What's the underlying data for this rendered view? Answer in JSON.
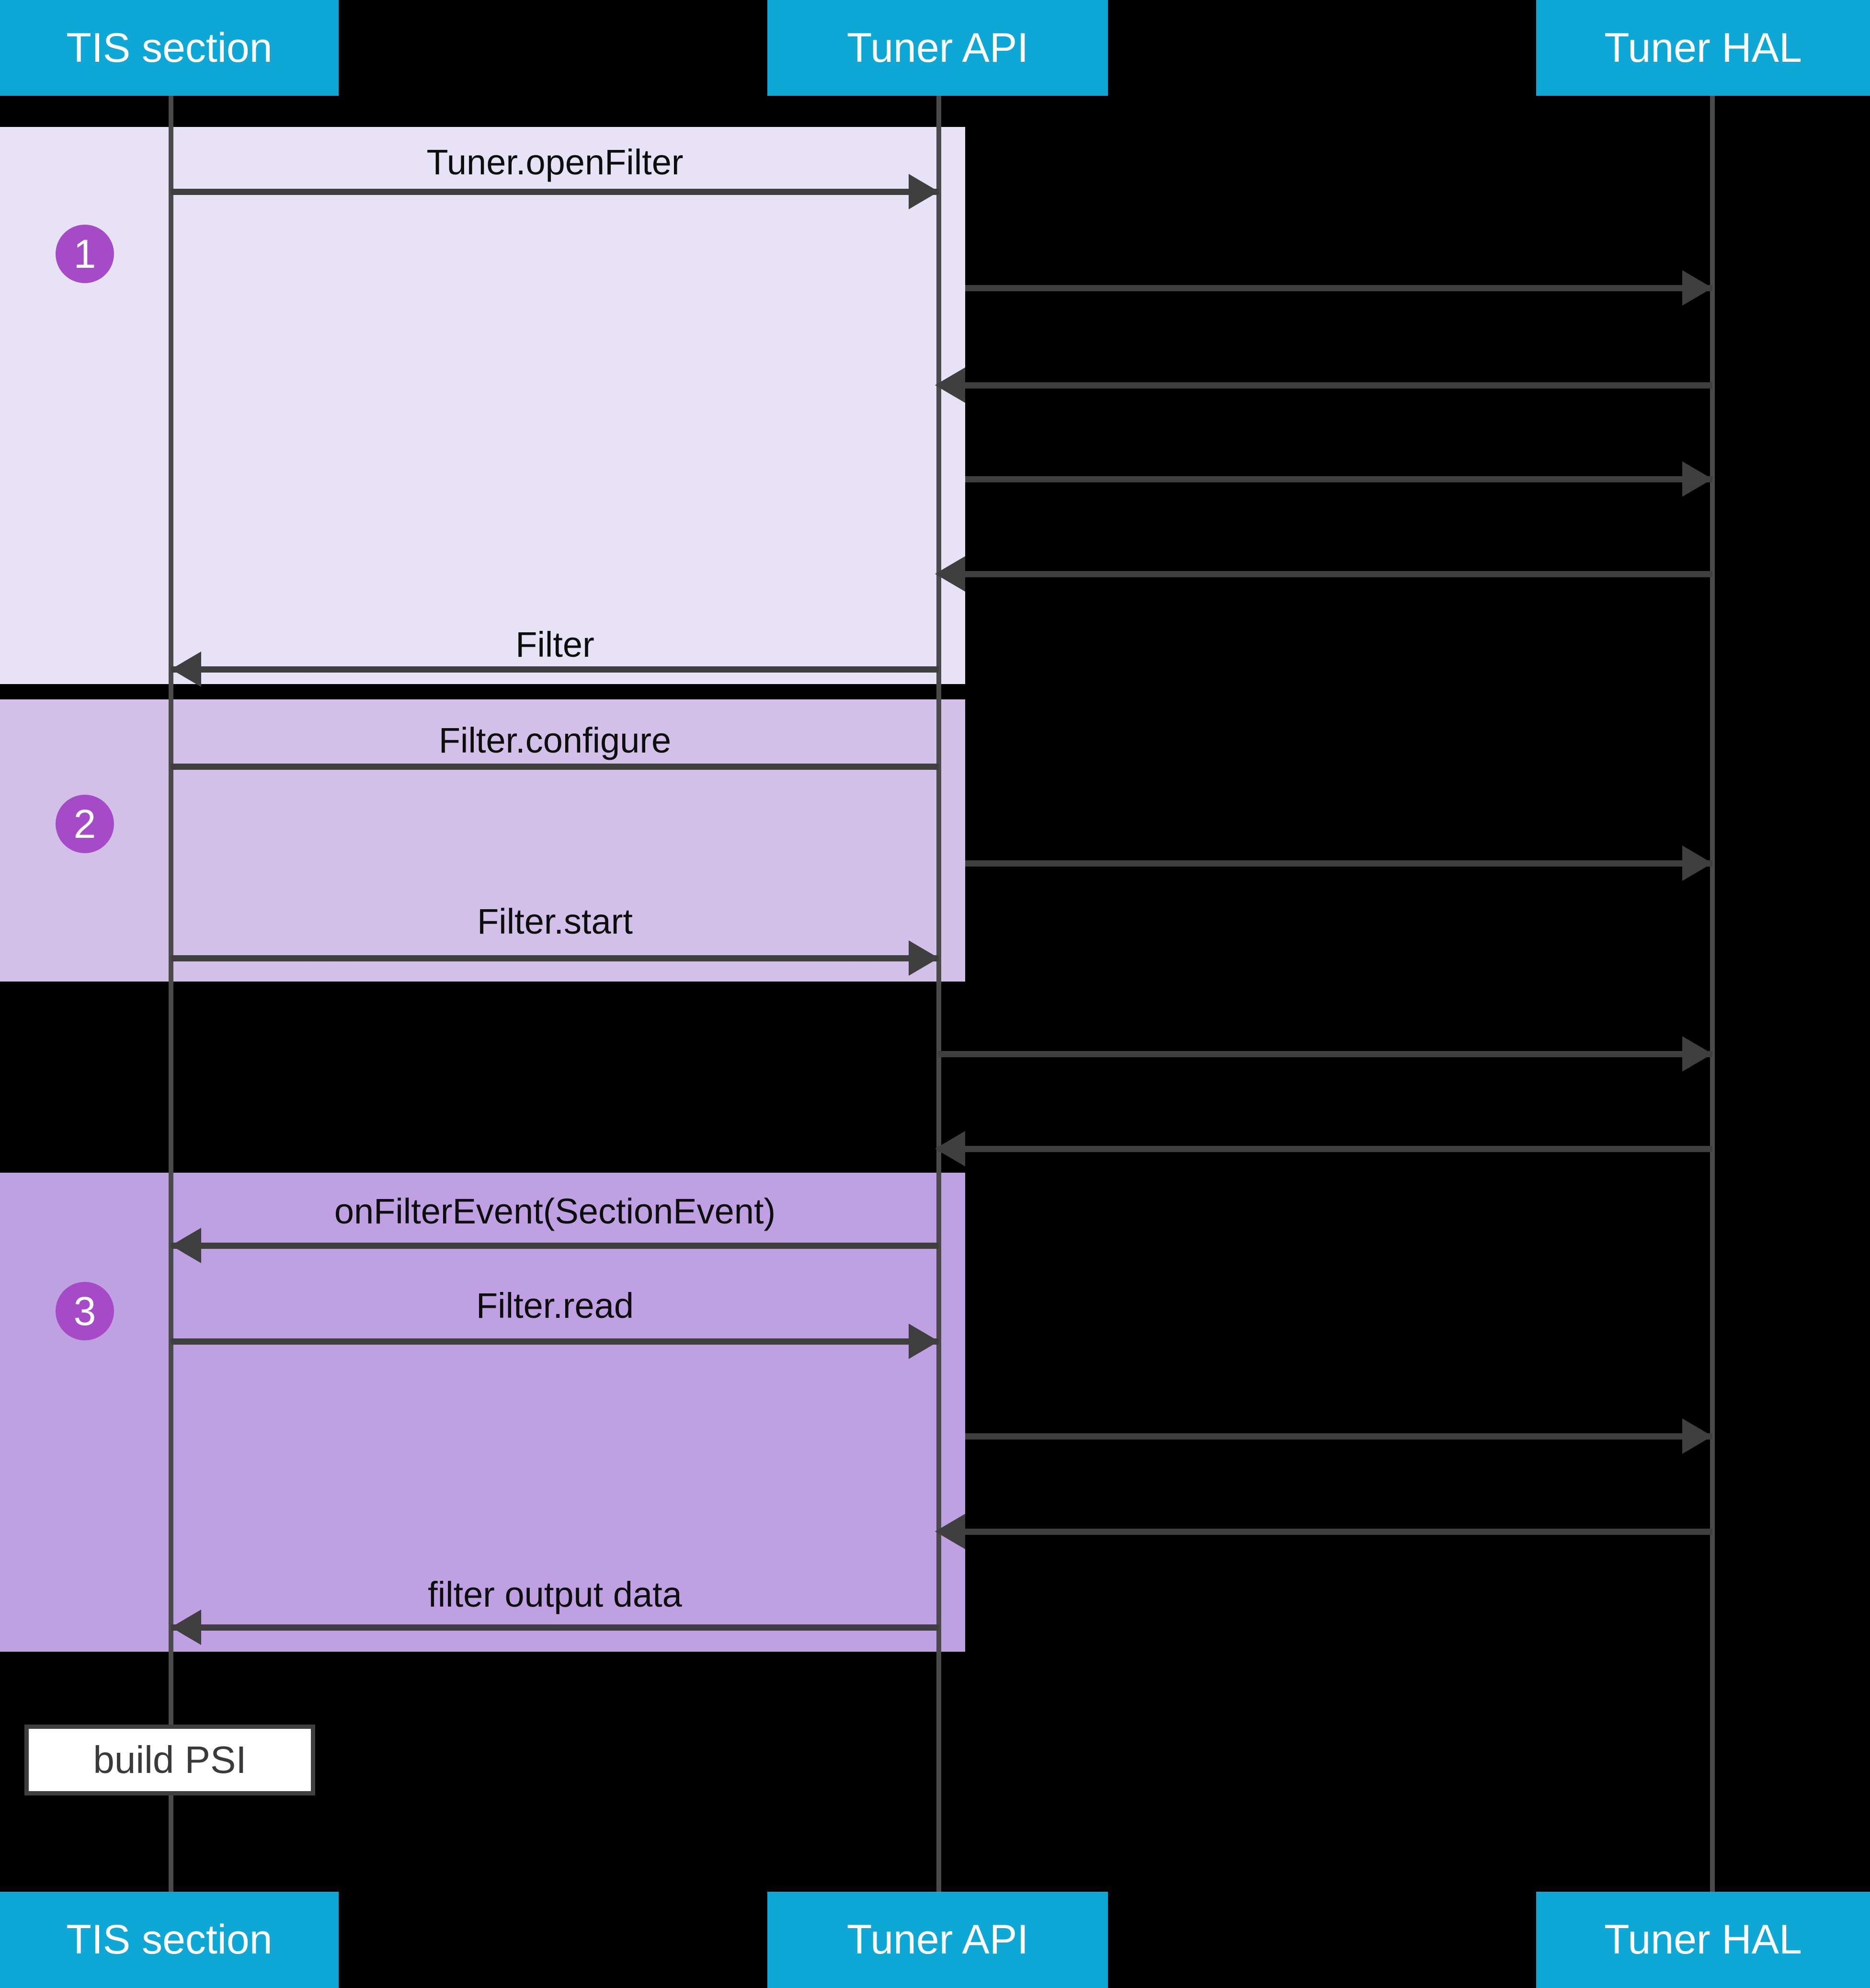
{
  "diagram_type": "sequence-diagram",
  "participants": [
    {
      "label": "TIS section"
    },
    {
      "label": "Tuner API"
    },
    {
      "label": "Tuner HAL"
    }
  ],
  "steps": [
    {
      "badge": "1"
    },
    {
      "badge": "2"
    },
    {
      "badge": "3"
    }
  ],
  "messages": {
    "tuner_open_filter": "Tuner.openFilter",
    "filter_return": "Filter",
    "filter_configure": "Filter.configure",
    "filter_start": "Filter.start",
    "on_filter_event": "onFilterEvent(SectionEvent)",
    "filter_read": "Filter.read",
    "filter_output_data": "filter output data"
  },
  "note_label": "build PSI",
  "colors": {
    "header_bg": "#0FA7D5",
    "header_text": "#FFFFFF",
    "section1_bg": "#E8E2F6",
    "section2_bg": "#D3C0E9",
    "section3_bg": "#BFA0E2",
    "badge_bg": "#A64BC8",
    "badge_text": "#FFFFFF",
    "line_color": "#3F3F3F",
    "lifeline_color": "#4A4A4A",
    "label_color": "#0D0D0D",
    "note_bg": "#FFFFFF",
    "note_border": "#3F3F3F",
    "note_text": "#3A3A3A",
    "canvas_bg": "#000000"
  }
}
